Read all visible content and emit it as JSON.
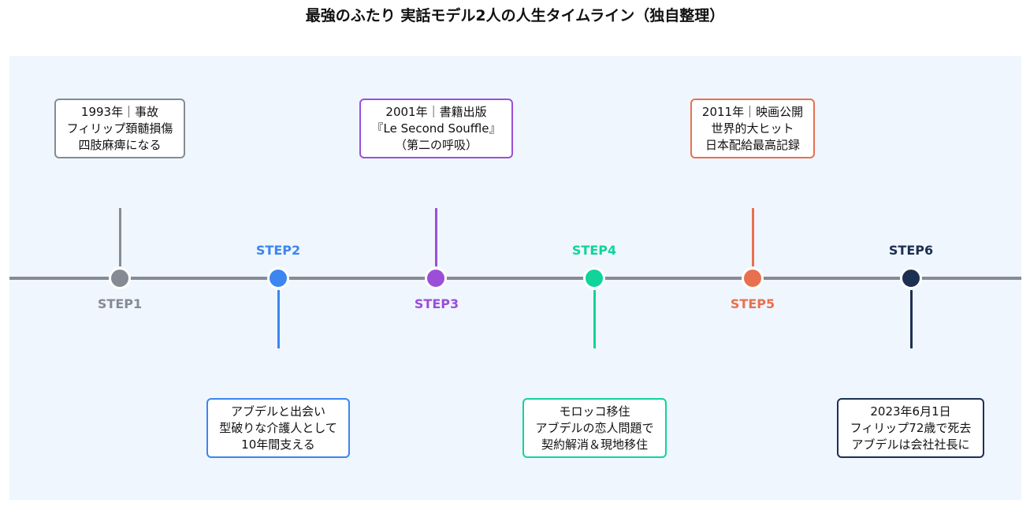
{
  "title": "最強のふたり 実話モデル2人の人生タイムライン（独自整理）",
  "steps": [
    {
      "label": "STEP1",
      "color": "#868b93",
      "lines": [
        "1993年｜事故",
        "フィリップ頚髄損傷",
        "四肢麻痺になる"
      ]
    },
    {
      "label": "STEP2",
      "color": "#3b86f0",
      "lines": [
        "アブデルと出会い",
        "型破りな介護人として",
        "10年間支える"
      ]
    },
    {
      "label": "STEP3",
      "color": "#9b4fd8",
      "lines": [
        "2001年｜書籍出版",
        "『Le Second Souffle』",
        "（第二の呼吸）"
      ]
    },
    {
      "label": "STEP4",
      "color": "#10d49a",
      "lines": [
        "モロッコ移住",
        "アブデルの恋人問題で",
        "契約解消＆現地移住"
      ]
    },
    {
      "label": "STEP5",
      "color": "#e8704f",
      "lines": [
        "2011年｜映画公開",
        "世界的大ヒット",
        "日本配給最高記録"
      ]
    },
    {
      "label": "STEP6",
      "color": "#1c3052",
      "lines": [
        "2023年6月1日",
        "フィリップ72歳で死去",
        "アブデルは会社社長に"
      ]
    }
  ]
}
